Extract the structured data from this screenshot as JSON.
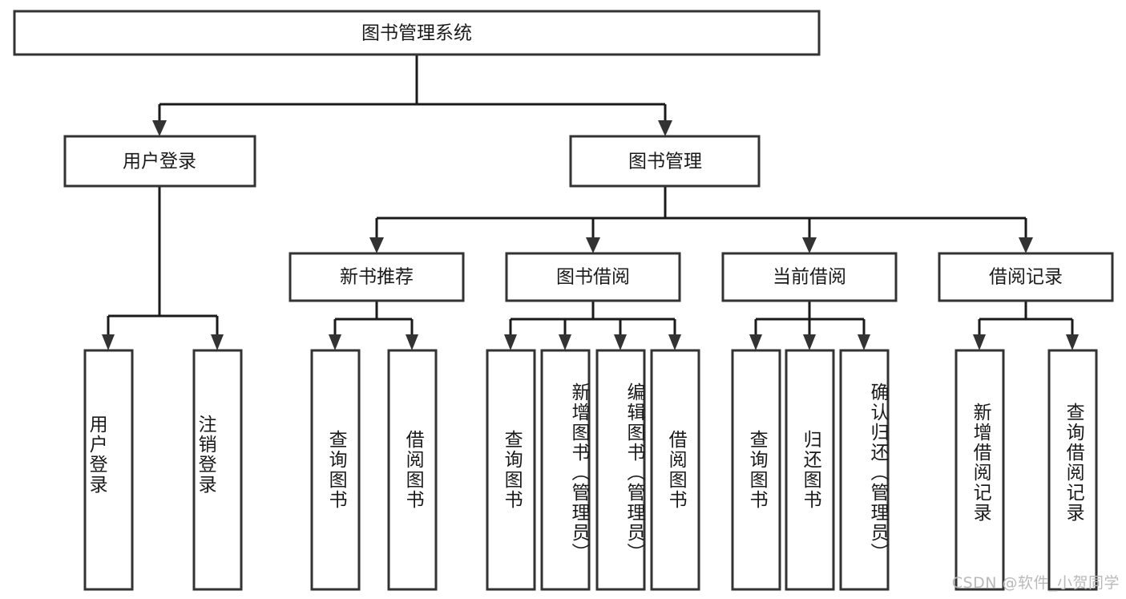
{
  "diagram": {
    "type": "tree",
    "title": "图书管理系统",
    "watermark": "CSDN @软件_小贺同学",
    "colors": {
      "box_stroke": "#333333",
      "box_fill": "#ffffff",
      "connector": "#1a1a1a",
      "text": "#1a1a1a",
      "watermark": "#b9b9b9",
      "background": "#ffffff"
    },
    "root": {
      "label": "图书管理系统"
    },
    "level2": [
      {
        "label": "用户登录"
      },
      {
        "label": "图书管理"
      }
    ],
    "level3": [
      {
        "label": "新书推荐"
      },
      {
        "label": "图书借阅"
      },
      {
        "label": "当前借阅"
      },
      {
        "label": "借阅记录"
      }
    ],
    "leaves": {
      "user_login": [
        {
          "label": "用户登录"
        },
        {
          "label": "注销登录"
        }
      ],
      "new_book_recommend": [
        {
          "label": "查询图书"
        },
        {
          "label": "借阅图书"
        }
      ],
      "book_borrow": [
        {
          "label": "查询图书"
        },
        {
          "label": "新增图书（管理员）"
        },
        {
          "label": "编辑图书（管理员）"
        },
        {
          "label": "借阅图书"
        }
      ],
      "current_borrow": [
        {
          "label": "查询图书"
        },
        {
          "label": "归还图书"
        },
        {
          "label": "确认归还（管理员）"
        }
      ],
      "borrow_record": [
        {
          "label": "新增借阅记录"
        },
        {
          "label": "查询借阅记录"
        }
      ]
    }
  }
}
